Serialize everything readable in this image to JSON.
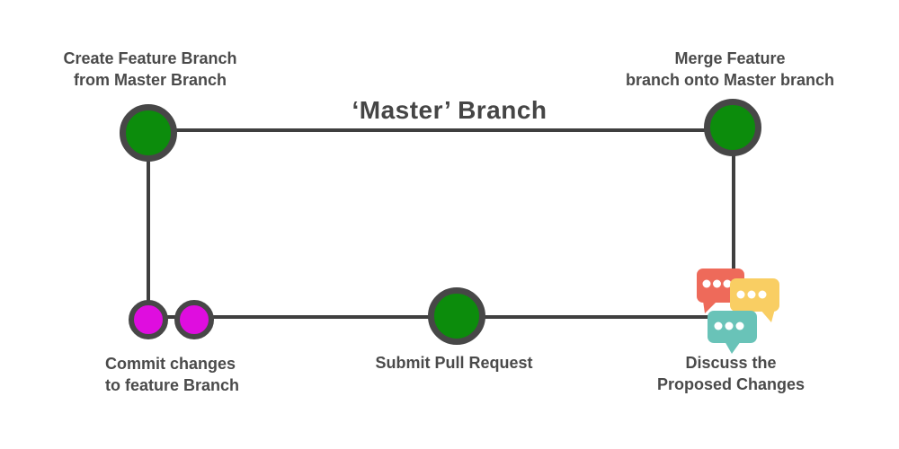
{
  "diagram": {
    "title": "‘Master’ Branch",
    "labels": {
      "create_feature": "Create Feature Branch\nfrom Master Branch",
      "merge_feature": "Merge Feature\nbranch onto Master branch",
      "commit_changes": "Commit changes\nto feature Branch",
      "submit_pull_request": "Submit Pull Request",
      "discuss_changes": "Discuss the\nProposed Changes"
    },
    "nodes": {
      "master_start": "green-commit-node",
      "master_end": "green-commit-node",
      "feature_commit_1": "magenta-commit-node",
      "feature_commit_2": "magenta-commit-node",
      "pull_request": "green-commit-node"
    },
    "colors": {
      "node_green": "#0c8c0c",
      "node_magenta": "#df0ddf",
      "node_border": "#474747",
      "line": "#3f3f3f",
      "text": "#4a4a4a",
      "bubble_red": "#ee6a5a",
      "bubble_yellow": "#f9ce63",
      "bubble_teal": "#69c3b8",
      "bubble_dot": "#ffffff",
      "background": "#ffffff"
    }
  }
}
